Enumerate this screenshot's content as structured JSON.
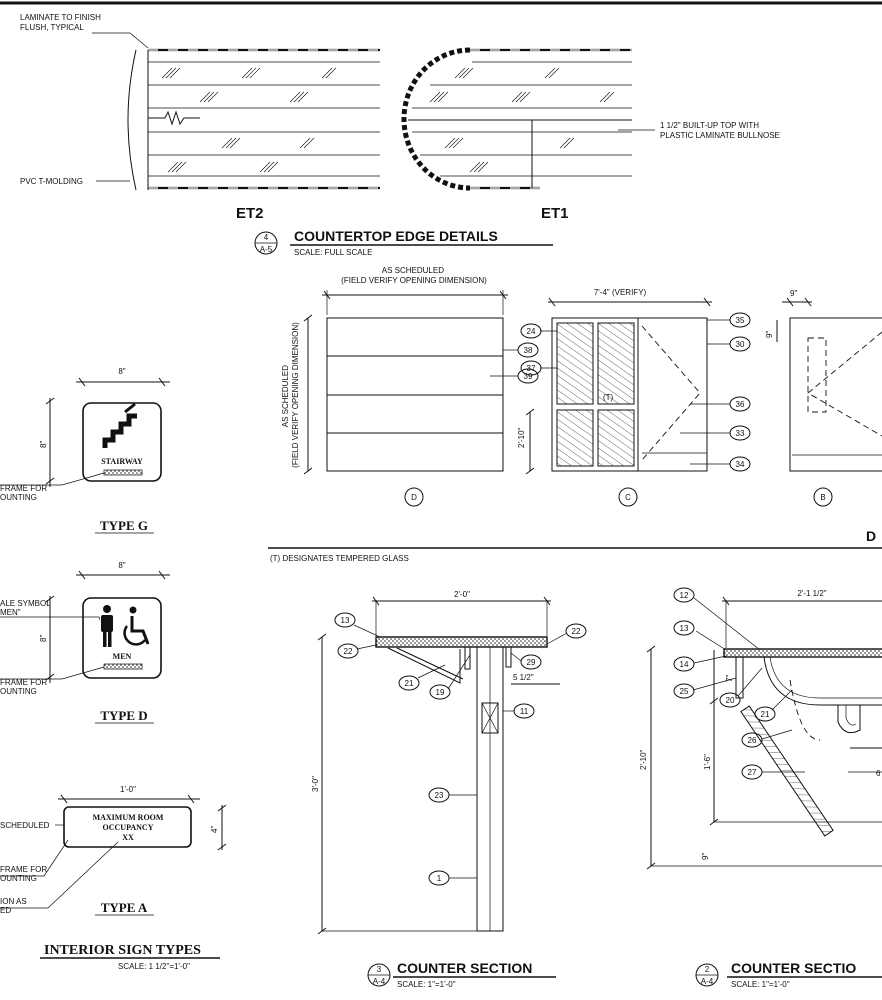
{
  "edge_details": {
    "callout_laminate": "LAMINATE TO FINISH\nFLUSH, TYPICAL",
    "callout_pvc": "PVC T-MOLDING",
    "callout_buildup": "1 1/2\" BUILT-UP TOP WITH\nPLASTIC LAMINATE BULLNOSE",
    "label_et2": "ET2",
    "label_et1": "ET1",
    "title": "COUNTERTOP EDGE DETAILS",
    "scale": "SCALE: FULL SCALE",
    "ref_top": "4",
    "ref_bottom": "A-5"
  },
  "doors": {
    "d_width_label": "AS SCHEDULED\n(FIELD VERIFY OPENING DIMENSION)",
    "d_height_label": "AS SCHEDULED\n(FIELD VERIFY OPENING DIMENSION)",
    "c_width_label": "7'-4\" (VERIFY)",
    "c_height_label": "2'-10\"",
    "b_width_label": "9\"",
    "b_height_label": "9\"",
    "tempered_mark": "(T)",
    "label_d": "D",
    "label_c": "C",
    "label_b": "B",
    "note": "(T) DESIGNATES TEMPERED GLASS",
    "title_fragment": "D",
    "tags_d": [
      "38",
      "39"
    ],
    "tags_c_left": [
      "24",
      "37"
    ],
    "tags_c_right": [
      "35",
      "30",
      "36",
      "33",
      "34"
    ]
  },
  "signs": {
    "type_g": {
      "width": "8\"",
      "height": "8\"",
      "sign_text": "STAIRWAY",
      "callout_frame": "FRAME FOR\nOUNTING",
      "label": "TYPE G"
    },
    "type_d": {
      "width": "8\"",
      "height": "8\"",
      "sign_text": "MEN",
      "callout_symbol": "ALE SYMBOL\nMEN\"",
      "callout_frame": "FRAME FOR\nOUNTING",
      "label": "TYPE D"
    },
    "type_a": {
      "width": "1'-0\"",
      "height": "4\"",
      "sign_line1": "MAXIMUM ROOM",
      "sign_line2": "OCCUPANCY",
      "sign_line3": "XX",
      "callout_scheduled": "SCHEDULED",
      "callout_frame": "FRAME FOR\nOUNTING",
      "callout_location": "ION AS\nED",
      "label": "TYPE A"
    },
    "title": "INTERIOR SIGN TYPES",
    "scale": "SCALE:  1 1/2\"=1'-0\""
  },
  "section3": {
    "width": "2'-0\"",
    "overhang": "5 1/2\"",
    "height": "3'-0\"",
    "tags": [
      "13",
      "22",
      "22",
      "29",
      "21",
      "19",
      "11",
      "23",
      "1"
    ],
    "title": "COUNTER SECTION",
    "scale": "SCALE: 1\"=1'-0\"",
    "ref_top": "3",
    "ref_bottom": "A-4"
  },
  "section2": {
    "width": "2'-1 1/2\"",
    "dim_7": "7\"",
    "dim_1_6": "1'-6\"",
    "dim_2_10": "2'-10\"",
    "dim_9": "9\"",
    "dim_partial": "6",
    "tags": [
      "12",
      "13",
      "14",
      "25",
      "20",
      "21",
      "26",
      "27"
    ],
    "title": "COUNTER SECTIO",
    "scale": "SCALE: 1\"=1'-0\"",
    "ref_top": "2",
    "ref_bottom": "A-4"
  }
}
